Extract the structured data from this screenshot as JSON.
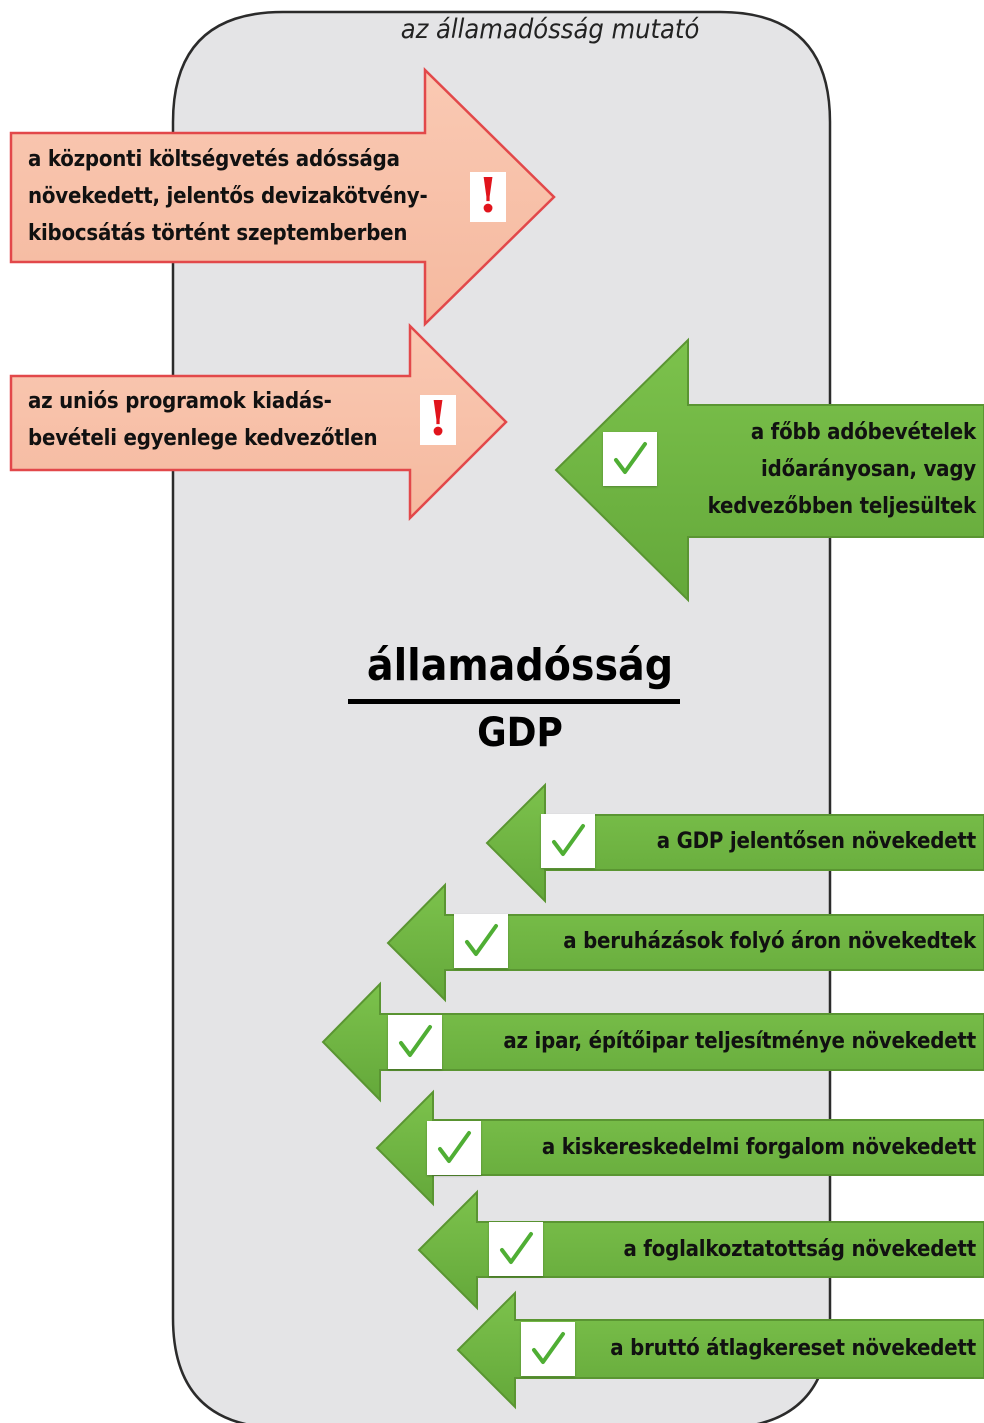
{
  "indicator_box": {
    "title": "az államadósság mutató"
  },
  "fraction": {
    "numerator": "államadósság",
    "denominator": "GDP"
  },
  "negative_factors": [
    {
      "lines": [
        "a központi költségvetés adóssága",
        "növekedett, jelentős devizakötvény-",
        "kibocsátás történt szeptemberben"
      ]
    },
    {
      "lines": [
        "az uniós programok kiadás-",
        "bevételi egyenlege kedvezőtlen"
      ]
    }
  ],
  "positive_factors": [
    {
      "lines": [
        "a főbb adóbevételek",
        "időarányosan, vagy",
        "kedvezőbben teljesültek"
      ]
    },
    {
      "lines": [
        "a GDP jelentősen növekedett"
      ]
    },
    {
      "lines": [
        "a beruházások folyó áron növekedtek"
      ]
    },
    {
      "lines": [
        "az ipar, építőipar teljesítménye növekedett"
      ]
    },
    {
      "lines": [
        "a kiskereskedelmi forgalom növekedett"
      ]
    },
    {
      "lines": [
        "a foglalkoztatottság növekedett"
      ]
    },
    {
      "lines": [
        "a bruttó átlagkereset növekedett"
      ]
    }
  ],
  "icons": {
    "negative": "exclamation-icon",
    "positive": "checkmark-icon"
  },
  "colors": {
    "box_fill": "#e4e4e6",
    "box_stroke": "#2b2b2b",
    "negative_fill": "#f8c4ae",
    "negative_stroke": "#e2484a",
    "positive_fill": "#71b544",
    "positive_stroke": "#5a9532",
    "check_color": "#4fae34",
    "warn_color": "#e1141c"
  }
}
